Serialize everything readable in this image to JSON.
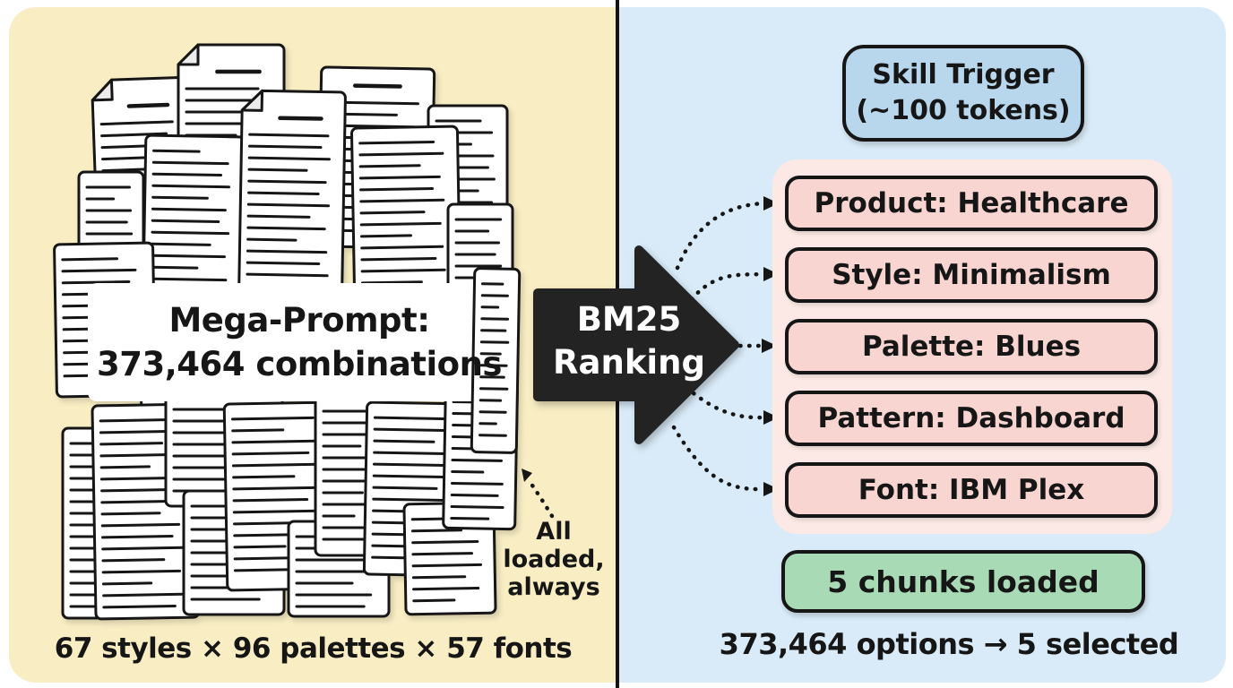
{
  "left": {
    "pile_title_line1": "Mega-Prompt:",
    "pile_title_line2": "373,464 combinations",
    "annotation_line1": "All",
    "annotation_line2": "loaded,",
    "annotation_line3": "always",
    "caption": "67 styles × 96 palettes × 57 fonts"
  },
  "arrow": {
    "line1": "BM25",
    "line2": "Ranking"
  },
  "right": {
    "skill_line1": "Skill Trigger",
    "skill_line2": "(~100 tokens)",
    "chunks": [
      {
        "label": "Product: Healthcare"
      },
      {
        "label": "Style: Minimalism"
      },
      {
        "label": "Palette: Blues"
      },
      {
        "label": "Pattern: Dashboard"
      },
      {
        "label": "Font: IBM Plex"
      }
    ],
    "loaded_label": "5 chunks loaded",
    "caption": "373,464 options → 5 selected"
  },
  "icons": {
    "document_pile": "document-pile-illustration",
    "dotted_arrows": "dotted-arrow-icon",
    "bm25_arrow": "right-arrow-icon"
  },
  "colors": {
    "left_bg": "#f8edc3",
    "right_bg": "#d9ebf8",
    "divider": "#141414",
    "skill_fill": "#b8d6ec",
    "chunk_container": "#fce9e5",
    "chunk_fill": "#f8d5d0",
    "loaded_fill": "#a7dab5",
    "arrow_fill": "#232323",
    "ink": "#161616",
    "paper": "#ffffff"
  }
}
